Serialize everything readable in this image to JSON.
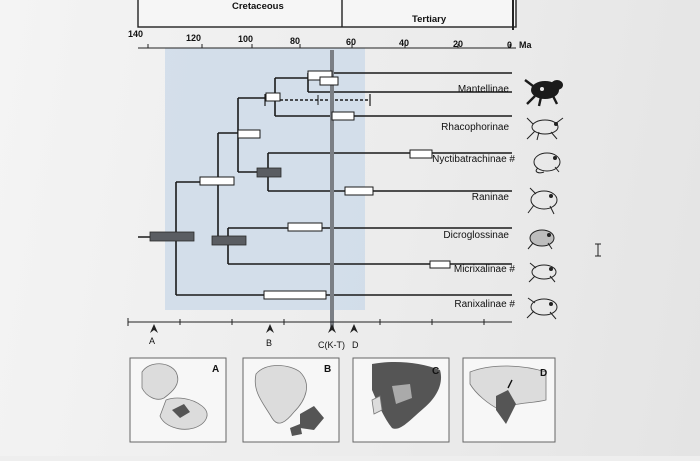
{
  "periods": [
    "Cretaceous",
    "Tertiary"
  ],
  "axis": {
    "ticks": [
      "140",
      "120",
      "100",
      "80",
      "60",
      "40",
      "20",
      "0"
    ],
    "unit": "Ma"
  },
  "taxa": [
    "Mantellinae",
    "Rhacophorinae",
    "Nyctibatrachinae #",
    "Raninae",
    "Dicroglossinae",
    "Micrixalinae #",
    "Ranixalinae #"
  ],
  "events": [
    "A",
    "B",
    "C(K-T)",
    "D"
  ],
  "maps": [
    "A",
    "B",
    "C",
    "D"
  ],
  "colors": {
    "highlight": "#c9d8e8",
    "kt_line": "#7b7f85",
    "dark_bar": "#5a5d62",
    "map_land": "#dcdcdc",
    "map_dark": "#555555"
  },
  "icons": [
    "mantella-frog-icon",
    "treefrog-icon",
    "frog-icon",
    "frog-icon",
    "frog-icon",
    "frog-icon",
    "frog-icon"
  ]
}
